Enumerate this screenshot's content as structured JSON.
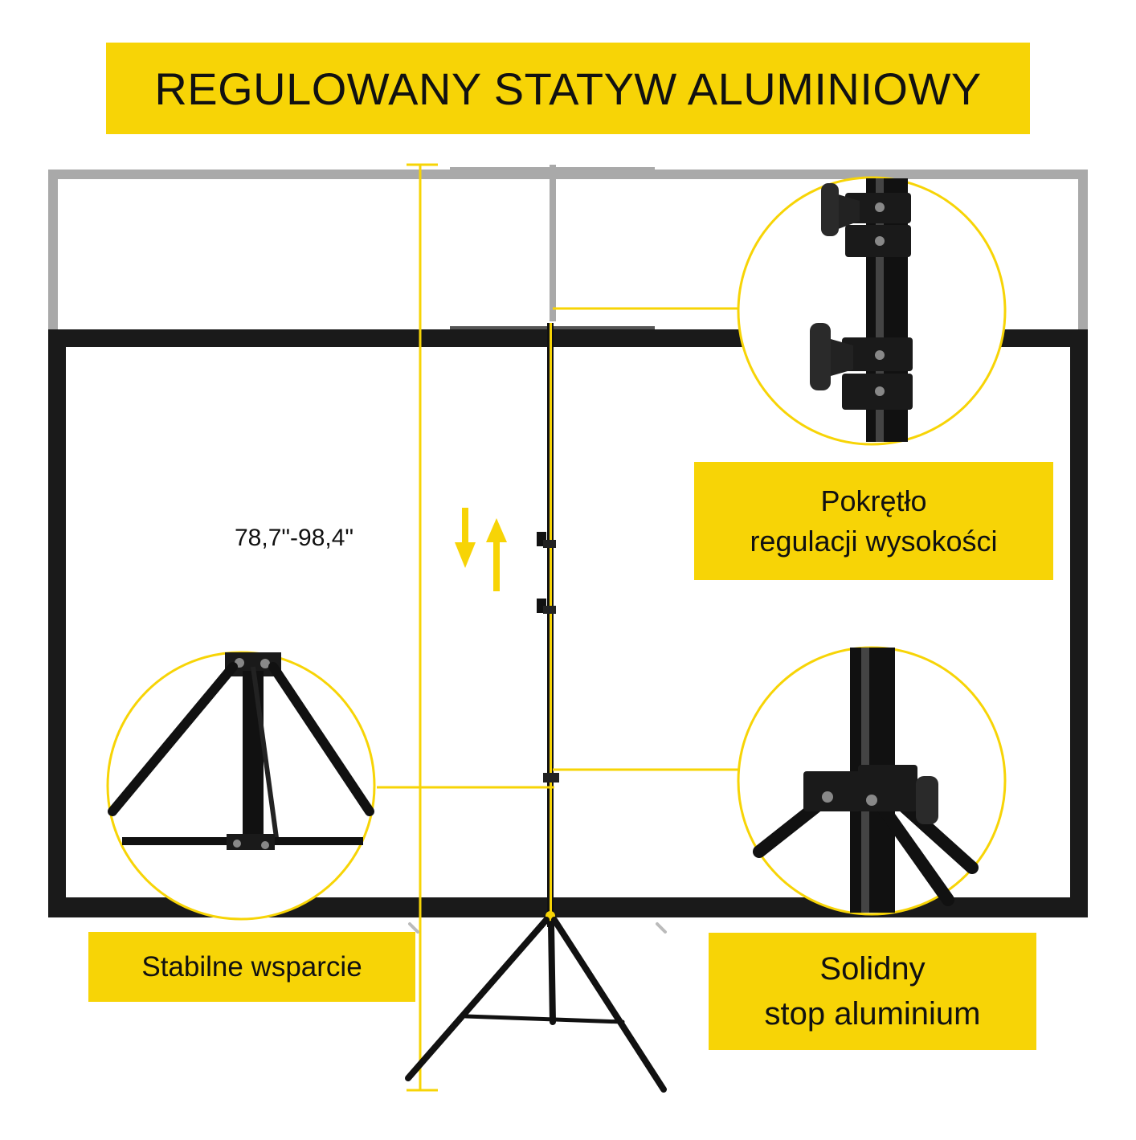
{
  "title": "REGULOWANY STATYW ALUMINIOWY",
  "height_range": "78,7\"-98,4\"",
  "callouts": {
    "knob": {
      "line1": "Pokrętło",
      "line2": "regulacji wysokości"
    },
    "support": {
      "text": "Stabilne wsparcie"
    },
    "alloy": {
      "line1": "Solidny",
      "line2": "stop aluminium"
    }
  },
  "colors": {
    "accent": "#f7d406",
    "frame": "#1a1a1a",
    "frame_ghost": "#a9a9a9"
  },
  "icons": [
    "adjust-arrows-icon",
    "knob-clamp-icon",
    "tripod-base-icon",
    "tripod-clamp-icon"
  ]
}
